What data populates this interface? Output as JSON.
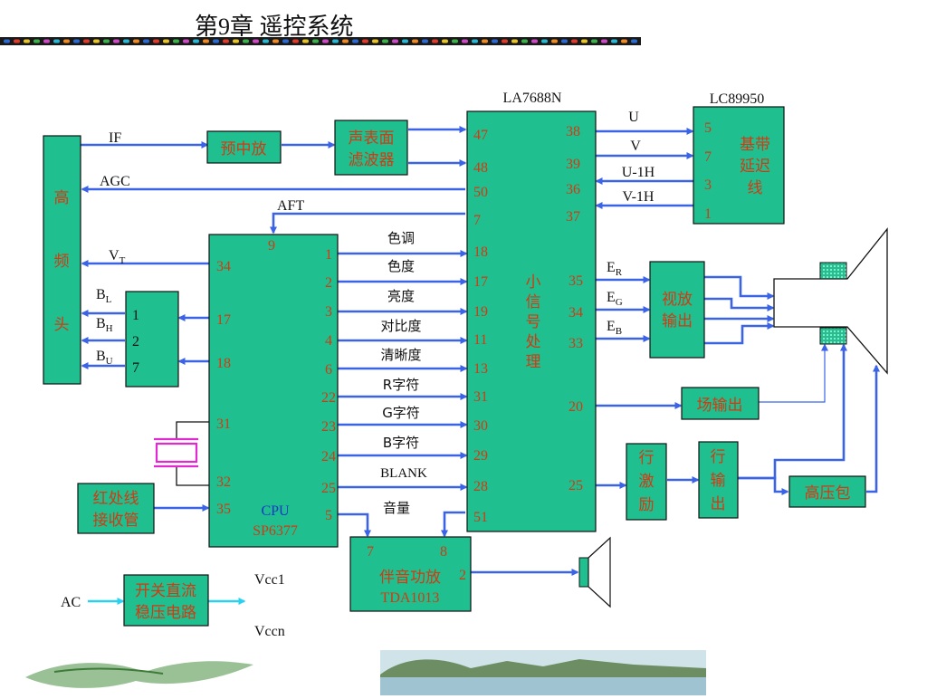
{
  "slide_title": "第9章  遥控系统",
  "chips": {
    "la7688n": "LA7688N",
    "lc89950": "LC89950"
  },
  "blocks": {
    "gaopintou": [
      "高",
      "频",
      "头"
    ],
    "yuzhongfang": "预中放",
    "shengbiaomian": [
      "声表面",
      "滤波器"
    ],
    "xiaoxinhao": [
      "小",
      "信",
      "号",
      "处",
      "理"
    ],
    "jidai": [
      "基带",
      "延迟",
      "线"
    ],
    "shifang": [
      "视放",
      "输出"
    ],
    "changshuchu": "场输出",
    "xingjili": [
      "行",
      "激",
      "励"
    ],
    "xingshuchu": [
      "行",
      "输",
      "出"
    ],
    "gaoyabao": "高压包",
    "cpu": [
      "CPU",
      "SP6377"
    ],
    "hongwai": [
      "红处线",
      "接收管"
    ],
    "banyin": [
      "伴音功放",
      "TDA1013"
    ],
    "kaiguan": [
      "开关直流",
      "稳压电路"
    ]
  },
  "signals": {
    "if": "IF",
    "agc": "AGC",
    "aft": "AFT",
    "vt_main": "V",
    "vt_sub": "T",
    "bl_main": "B",
    "bl_sub": "L",
    "bh_main": "B",
    "bh_sub": "H",
    "bu_main": "B",
    "bu_sub": "U",
    "u": "U",
    "v": "V",
    "u1h": "U-1H",
    "v1h": "V-1H",
    "er_main": "E",
    "er_sub": "R",
    "eg_main": "E",
    "eg_sub": "G",
    "eb_main": "E",
    "eb_sub": "B",
    "ac": "AC",
    "vcc1": "Vcc1",
    "vccn": "Vccn"
  },
  "cpu_outputs": [
    "色调",
    "色度",
    "亮度",
    "对比度",
    "清晰度",
    "R字符",
    "G字符",
    "B字符",
    "BLANK",
    "音量"
  ],
  "pins": {
    "la_left": [
      "47",
      "48",
      "50",
      "7",
      "18",
      "17",
      "19",
      "11",
      "13",
      "31",
      "30",
      "29",
      "28",
      "51"
    ],
    "la_right": [
      "38",
      "39",
      "36",
      "37",
      "35",
      "34",
      "33",
      "20",
      "25"
    ],
    "lc": [
      "5",
      "7",
      "3",
      "1"
    ],
    "cpu_left": [
      "34",
      "17",
      "18",
      "31",
      "32",
      "35"
    ],
    "cpu_top": "9",
    "cpu_right": [
      "1",
      "2",
      "3",
      "4",
      "6",
      "22",
      "23",
      "24",
      "25",
      "5"
    ],
    "band": [
      "1",
      "2",
      "7"
    ],
    "audio": [
      "7",
      "8",
      "2"
    ]
  },
  "colors": {
    "block_fill": "#1fbf8f",
    "pin_text": "#d23a12",
    "arrow": "#3a63e6",
    "cpu_text": "#1637c9"
  }
}
